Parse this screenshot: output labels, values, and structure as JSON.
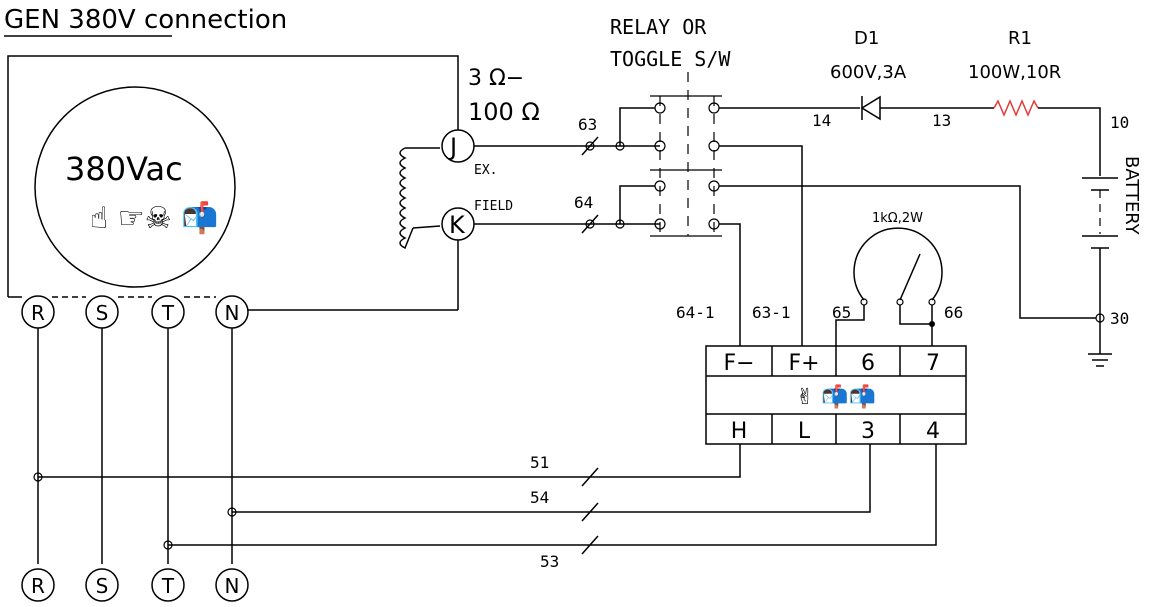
{
  "title": "GEN 380V connection",
  "generator": {
    "label": "380Vac",
    "symbols": "☝ ☞☠ 📬"
  },
  "resistance_range": {
    "line1": "3 Ω−",
    "line2": "100 Ω"
  },
  "terminal_J": "J",
  "terminal_K": "K",
  "label_ex": "EX.",
  "label_field": "FIELD",
  "switch": {
    "line1": "RELAY OR",
    "line2": "TOGGLE S/W"
  },
  "diode": {
    "name": "D1",
    "rating": "600V,3A"
  },
  "resistor": {
    "name": "R1",
    "rating": "100W,10R"
  },
  "battery": "BATTERY",
  "potentiometer": "1kΩ,2W",
  "wires": {
    "w63": "63",
    "w64": "64",
    "w14": "14",
    "w13": "13",
    "w10": "10",
    "w30": "30",
    "w64_1": "64-1",
    "w63_1": "63-1",
    "w65": "65",
    "w66": "66",
    "w51": "51",
    "w54": "54",
    "w53": "53"
  },
  "avr": {
    "top_terminals": [
      "F−",
      "F+",
      "6",
      "7"
    ],
    "middle_symbols": "✌ 📬📬",
    "bottom_terminals": [
      "H",
      "L",
      "3",
      "4"
    ]
  },
  "phases_upper": [
    "R",
    "S",
    "T",
    "N"
  ],
  "phases_lower": [
    "R",
    "S",
    "T",
    "N"
  ]
}
